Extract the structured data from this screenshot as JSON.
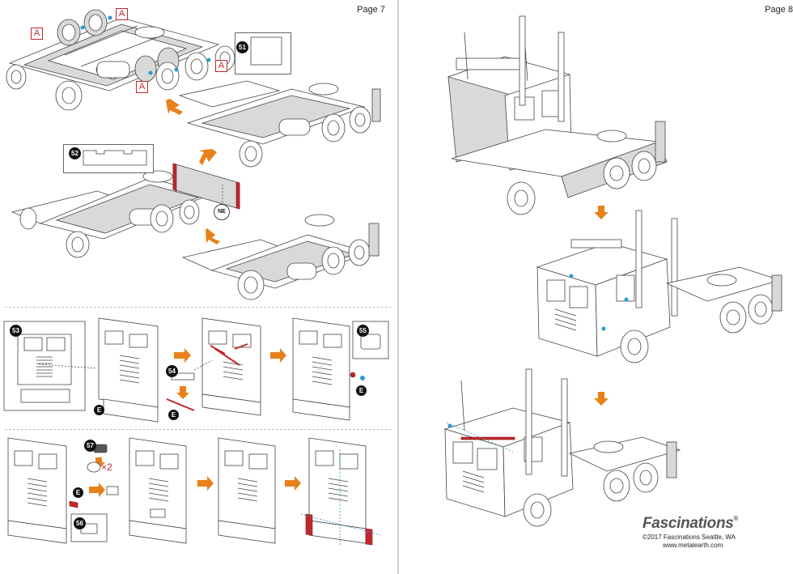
{
  "pages": {
    "left": {
      "label": "Page 7"
    },
    "right": {
      "label": "Page 8"
    }
  },
  "steps": {
    "s51": "51",
    "s52": "52",
    "s53": "53",
    "s54": "54",
    "s55": "55",
    "s56": "56",
    "s57": "57"
  },
  "labels": {
    "part_a": "A",
    "part_e": "E",
    "ne": "NE",
    "times_two": "×2"
  },
  "brand": {
    "name": "Fascinations",
    "reg_mark": "®",
    "copyright": "©2017 Fascinations Seattle, WA",
    "website": "www.metalearth.com"
  },
  "colors": {
    "accent_arrow": "#e8811a",
    "part_red": "#c0282b",
    "connector_blue": "#2a9ad6"
  }
}
